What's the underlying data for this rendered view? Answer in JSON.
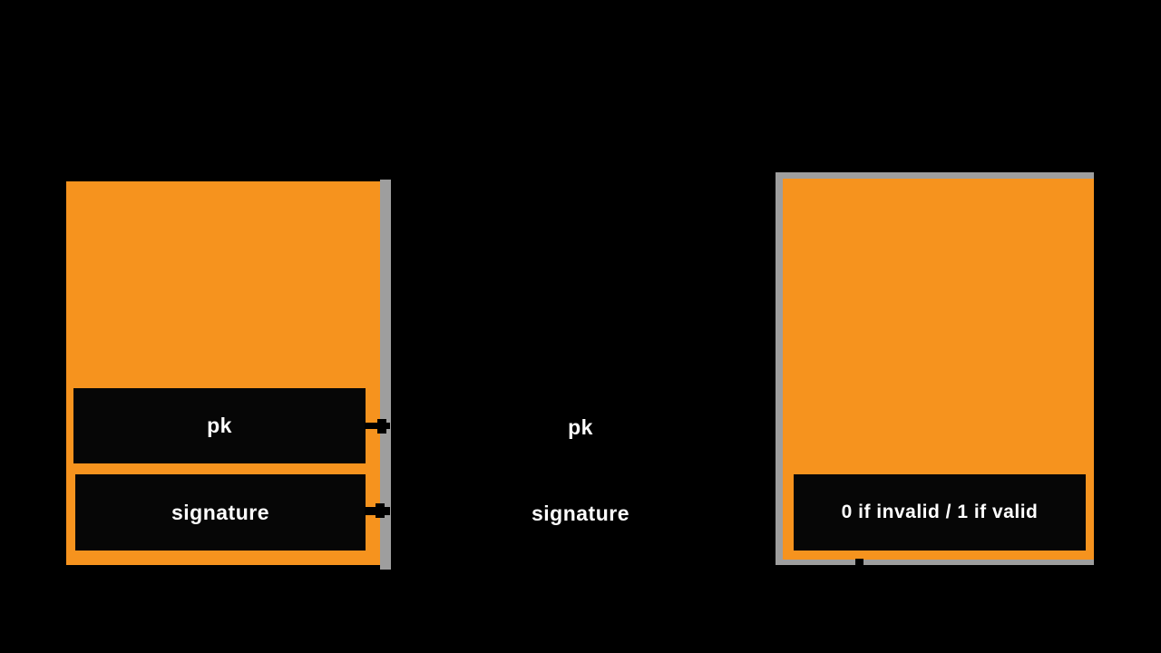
{
  "diagram": {
    "left_card": {
      "pk_label": "pk",
      "signature_label": "signature"
    },
    "middle_labels": {
      "pk": "pk",
      "signature": "signature"
    },
    "right_card": {
      "result_label": "0 if invalid / 1 if valid"
    },
    "colors": {
      "background": "#000000",
      "card_fill": "#F6931E",
      "card_shadow": "#9E9E9E",
      "slot_fill": "#060606",
      "label_text": "#FFFFFF",
      "arrow": "#000000"
    }
  }
}
